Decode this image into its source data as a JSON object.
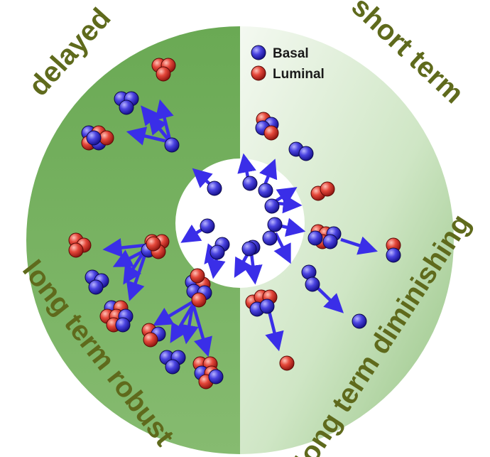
{
  "labels": {
    "delayed": "delayed",
    "short_term": "short term",
    "long_term_robust": "long term robust",
    "long_term_diminishing": "long term diminishing"
  },
  "legend": {
    "basal": "Basal",
    "luminal": "Luminal"
  },
  "colors": {
    "basal": "#3b35d6",
    "luminal": "#e2473c",
    "arrow": "#3a2ee8",
    "label_text": "#5f6a1c",
    "left_half": "#6aa954",
    "right_half_light": "#eef5ea",
    "right_half_dark": "#9dc98c"
  }
}
